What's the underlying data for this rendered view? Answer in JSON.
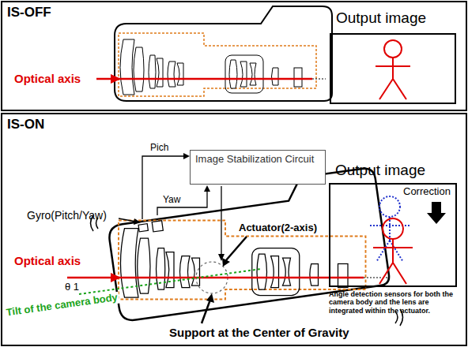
{
  "diagram": {
    "nodes": [
      {
        "text": [
          "IS-OFF"
        ]
      },
      {
        "text": [
          "Output image"
        ],
        "in": 0
      },
      {
        "text": [
          "IS-ON"
        ]
      },
      {
        "text": [
          "Image Stabilization Circuit"
        ],
        "in": 2
      },
      {
        "text": [
          "Output image"
        ],
        "in": 2
      }
    ],
    "labels": [
      "Optical axis",
      "Pich",
      "Yaw",
      "Gyro(Pitch/Yaw)",
      "Actuator(2-axis)",
      "Optical axis",
      "θ 1",
      "Tilt of the camera body",
      "Support at the Center of Gravity",
      "Correction",
      "Angle detection sensors for both the camera body and the lens are integrated within the actuator."
    ]
  }
}
